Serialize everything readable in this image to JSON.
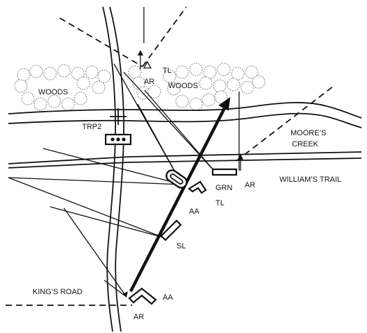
{
  "labels": {
    "woods_left": "WOODS",
    "woods_right": "WOODS",
    "ar_top": "AR",
    "tl_top": "TL",
    "trp2": "TRP2",
    "moores_creek_1": "MOORE’S",
    "moores_creek_2": "CREEK",
    "williams_trail": "WILLIAM’S TRAIL",
    "grn": "GRN",
    "ar_right": "AR",
    "aa_mid": "AA",
    "tl_mid": "TL",
    "sl": "SL",
    "kings_road": "KING’S ROAD",
    "aa_bottom": "AA",
    "ar_bottom": "AR"
  },
  "icons": {
    "target_reference_point": "cross-marker-icon",
    "platoon_symbol": "platoon-dots-icon",
    "vehicle": "tracked-vehicle-icon"
  },
  "colors": {
    "line": "#111111",
    "tree_outline": "#8a8a8a",
    "background": "#ffffff"
  }
}
